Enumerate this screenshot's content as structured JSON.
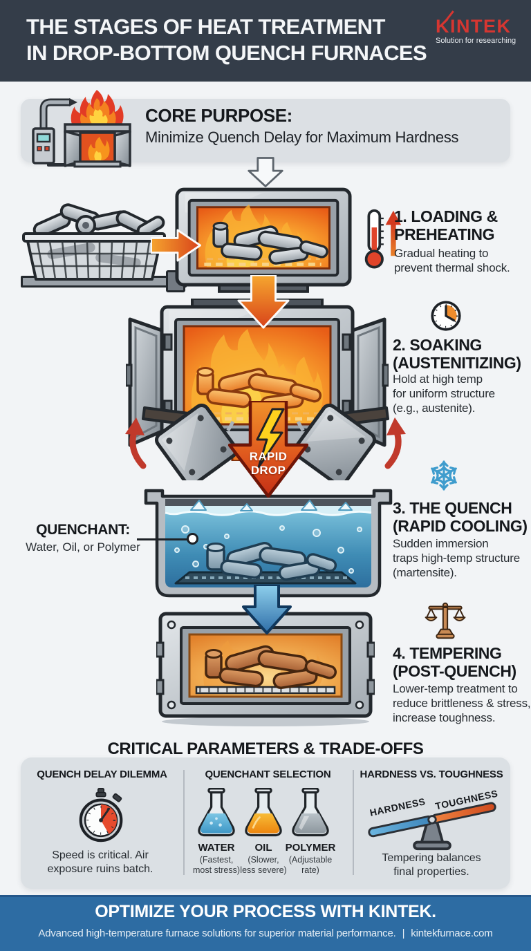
{
  "header": {
    "title": "THE STAGES OF HEAT TREATMENT\nIN DROP-BOTTOM QUENCH FURNACES",
    "brand": "KINTEK",
    "tagline": "Solution for researching"
  },
  "core_purpose": {
    "icon": "furnace-icon",
    "heading": "CORE PURPOSE:",
    "subheading": "Minimize Quench Delay for Maximum Hardness"
  },
  "stages": [
    {
      "icon": "thermometer-icon",
      "title": "1. LOADING &\nPREHEATING",
      "description": "Gradual heating to\nprevent thermal shock."
    },
    {
      "icon": "clock-icon",
      "title": "2. SOAKING\n(AUSTENITIZING)",
      "description": "Hold at high temp\nfor uniform structure\n(e.g., austenite)."
    },
    {
      "icon": "snowflake-icon",
      "title": "3. THE QUENCH\n(RAPID COOLING)",
      "description": "Sudden immersion\ntraps high-temp structure\n(martensite)."
    },
    {
      "icon": "scale-icon",
      "title": "4. TEMPERING\n(POST-QUENCH)",
      "description": "Lower-temp treatment to\nreduce brittleness & stress,\nincrease toughness."
    }
  ],
  "process_labels": {
    "rapid_drop": "RAPID\nDROP",
    "quenchant_heading": "QUENCHANT:",
    "quenchant_subheading": "Water, Oil, or Polymer"
  },
  "parameters": {
    "title": "CRITICAL PARAMETERS & TRADE-OFFS",
    "columns": [
      {
        "icon": "stopwatch-icon",
        "heading": "QUENCH DELAY DILEMMA",
        "text": "Speed is critical. Air\nexposure ruins batch."
      },
      {
        "heading": "QUENCHANT SELECTION",
        "options": [
          {
            "icon": "flask-water-icon",
            "name": "WATER",
            "note": "(Fastest,\nmost stress)",
            "color": "#4aa9d9"
          },
          {
            "icon": "flask-oil-icon",
            "name": "OIL",
            "note": "(Slower,\nless severe)",
            "color": "#f2970f"
          },
          {
            "icon": "flask-polymer-icon",
            "name": "POLYMER",
            "note": "(Adjustable\nrate)",
            "color": "#98a3ab"
          }
        ]
      },
      {
        "icon": "seesaw-icon",
        "heading": "HARDNESS VS. TOUGHNESS",
        "balance_left": "HARDNESS",
        "balance_right": "TOUGHNESS",
        "balance_left_color": "#4a9fd6",
        "balance_right_color": "#e2622b",
        "text": "Tempering balances\nfinal properties."
      }
    ]
  },
  "footer": {
    "title": "OPTIMIZE YOUR PROCESS WITH KINTEK.",
    "subtitle": "Advanced high-temperature furnace solutions for superior material performance.",
    "separator": "|",
    "website": "kintekfurnace.com"
  },
  "colors": {
    "brand_red": "#d63631",
    "header_bg": "#343d49",
    "footer_bg": "#2d6ca3",
    "panel_bg": "#dbe0e4",
    "accent_orange": "#e8611f",
    "accent_red": "#c53a28",
    "water_blue": "#2d6f9e"
  }
}
